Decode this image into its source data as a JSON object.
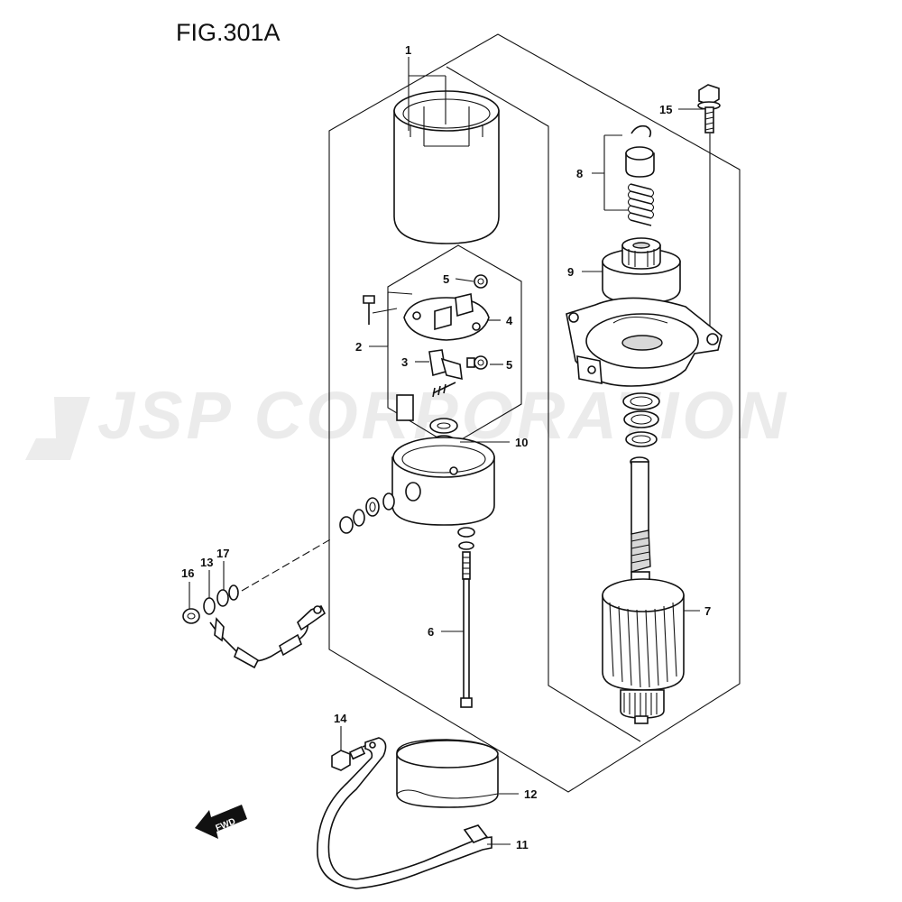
{
  "figure": {
    "title": "FIG.301A"
  },
  "watermark": {
    "text": "JSP CORPORATION"
  },
  "orientation": {
    "label": "FWD"
  },
  "callouts": {
    "c1": "1",
    "c2": "2",
    "c3": "3",
    "c4": "4",
    "c5a": "5",
    "c5b": "5",
    "c6": "6",
    "c7": "7",
    "c8": "8",
    "c9": "9",
    "c10": "10",
    "c11": "11",
    "c12": "12",
    "c13": "13",
    "c14": "14",
    "c15": "15",
    "c16": "16",
    "c17": "17"
  }
}
